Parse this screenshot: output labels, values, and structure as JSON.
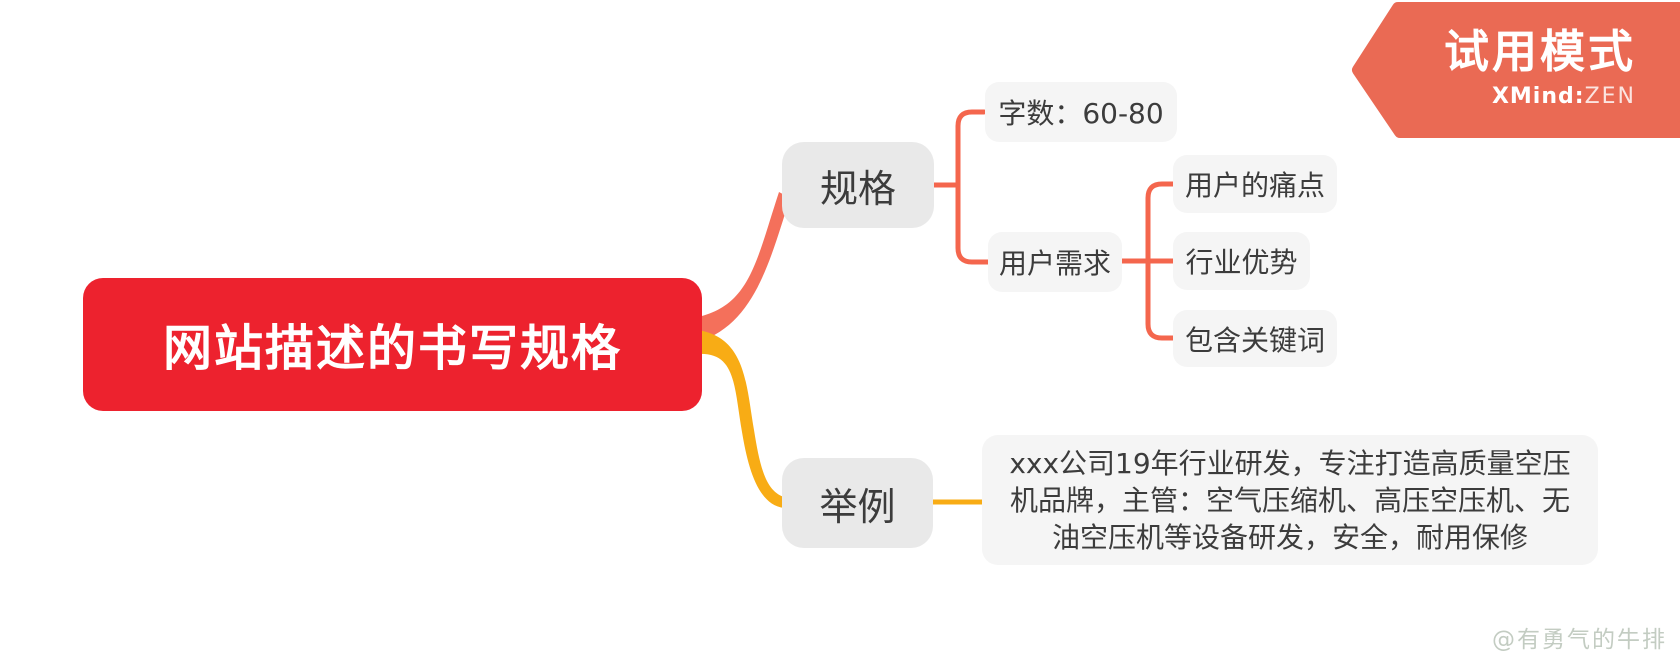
{
  "app": {
    "trial_badge": {
      "title": "试用模式",
      "brand": "XMind",
      "separator": ":",
      "brand_suffix": "ZEN"
    }
  },
  "watermark": {
    "text": "@有勇气的牛排"
  },
  "colors": {
    "root_bg": "#ED222E",
    "root_text": "#FFFFFF",
    "primary_node_bg": "#E9E9E9",
    "child_node_bg": "#F5F5F5",
    "node_text": "#3C3C3C",
    "branch_spec": "#F4705B",
    "bracket_spec": "#F4664D",
    "branch_example": "#F8AC15",
    "banner_bg": "#EA6A54",
    "watermark_text": "#C3CCC2"
  },
  "mindmap": {
    "root": {
      "label": "网站描述的书写规格"
    },
    "spec": {
      "label": "规格"
    },
    "word_count": {
      "label": "字数：60-80"
    },
    "user_needs": {
      "label": "用户需求"
    },
    "pain_point": {
      "label": "用户的痛点"
    },
    "industry_advantage": {
      "label": "行业优势"
    },
    "keywords": {
      "label": "包含关键词"
    },
    "example": {
      "label": "举例"
    },
    "example_text": {
      "label": "xxx公司19年行业研发，专注打造高质量空压机品牌，主管：空气压缩机、高压空压机、无油空压机等设备研发，安全，耐用保修"
    }
  }
}
